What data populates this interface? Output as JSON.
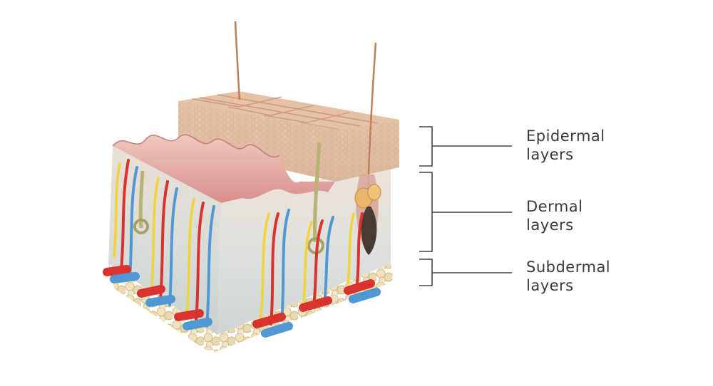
{
  "labels": {
    "epidermal": [
      "Epidermal",
      "layers"
    ],
    "dermal": [
      "Dermal",
      "layers"
    ],
    "subdermal": [
      "Subdermal",
      "layers"
    ]
  },
  "colors": {
    "epidermis_top": "#e8c3a8",
    "epidermis_side": "#e3c0a4",
    "dermis_wave": "#e6a8a4",
    "dermis_side": "#d5dad8",
    "fat": "#eadcb4",
    "artery": "#d9332f",
    "vein": "#4f98d3",
    "nerve": "#f1d43a",
    "hair_bulb": "#4a3a34",
    "bracket": "#444444"
  }
}
